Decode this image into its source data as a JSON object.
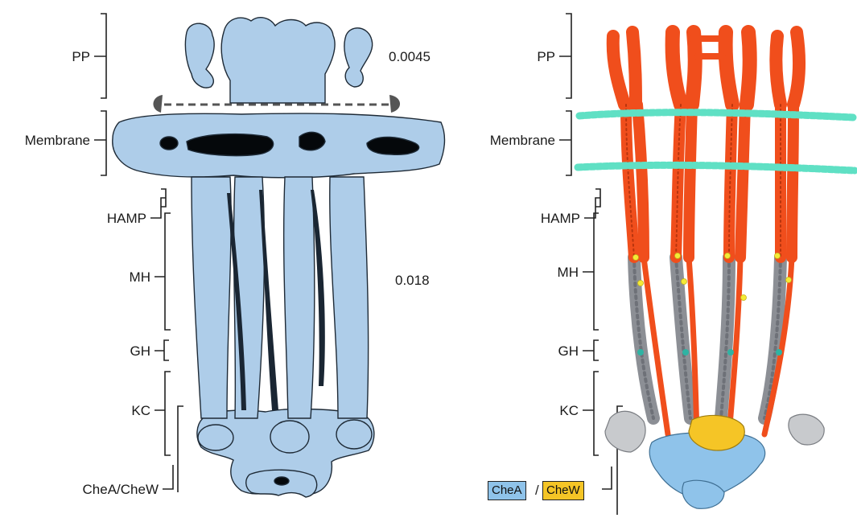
{
  "left_panel": {
    "labels": {
      "pp": "PP",
      "membrane": "Membrane",
      "hamp": "HAMP",
      "mh": "MH",
      "gh": "GH",
      "kc": "KC",
      "chea_chew": "CheA/CheW"
    },
    "thresholds": {
      "upper": "0.0045",
      "lower": "0.018"
    },
    "map_color": "#aecde9"
  },
  "right_panel": {
    "labels": {
      "pp": "PP",
      "membrane": "Membrane",
      "hamp": "HAMP",
      "mh": "MH",
      "gh": "GH",
      "kc": "KC"
    },
    "legend": {
      "chea": "CheA",
      "separator": "/",
      "chew": "CheW"
    },
    "colors": {
      "receptor": "#f04e1c",
      "lipid_headgroups": "#5fe0c4",
      "cytoplasmic_gray": "#8c8f95",
      "chea": "#8fc3ea",
      "chew": "#f5c526",
      "methylation_sites": "#f4ea36"
    }
  }
}
